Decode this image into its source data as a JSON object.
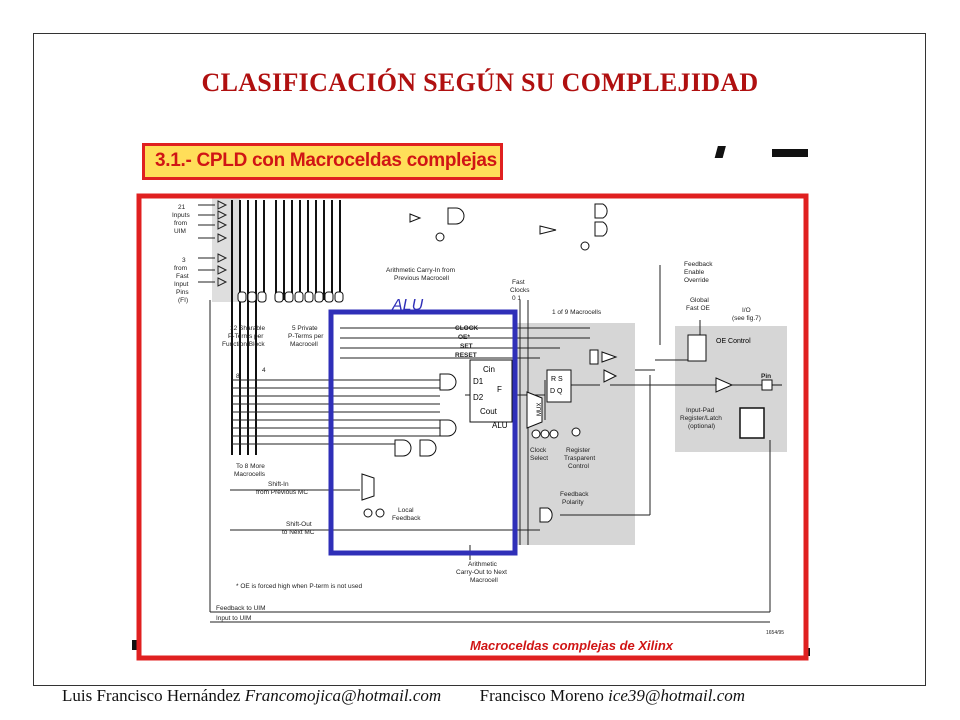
{
  "slide": {
    "title": "CLASIFICACIÓN SEGÚN SU COMPLEJIDAD"
  },
  "banner": {
    "label": "3.1.- CPLD con Macroceldas complejas"
  },
  "diagram": {
    "caption": "Macroceldas complejas de Xilinx",
    "alu_label": "ALU",
    "code": "1654/95",
    "labels": {
      "inputs_uim": [
        "21",
        "Inputs",
        "from",
        "UIM"
      ],
      "fast_inputs": [
        "3",
        "from",
        "Fast",
        "Input",
        "Pins",
        "(FI)"
      ],
      "sharable": [
        "12 Sharable",
        "P-Terms per",
        "Function Block"
      ],
      "private": [
        "5 Private",
        "P-Terms per",
        "Macrocell"
      ],
      "n8": "8",
      "n4": "4",
      "more_macrocells": [
        "To 8 More",
        "Macrocells"
      ],
      "shift_in": [
        "Shift-In",
        "from Previous MC"
      ],
      "shift_out": [
        "Shift-Out",
        "to Next MC"
      ],
      "carry_in": [
        "Arithmetic Carry-In from",
        "Previous Macrocell"
      ],
      "fast_clocks": [
        "Fast",
        "Clocks",
        "0  1"
      ],
      "one_of_9": "1 of 9 Macrocells",
      "clock_oe_set_reset": [
        "CLOCK",
        "OE*",
        "SET",
        "RESET"
      ],
      "alu_block": [
        "Cin",
        "D1",
        "F",
        "D2",
        "Cout",
        "ALU"
      ],
      "ff": [
        "R  S",
        "D   Q"
      ],
      "mux": "MUX",
      "clock_select": [
        "Clock",
        "Select"
      ],
      "register_transparent": [
        "Register",
        "Trasparent",
        "Control"
      ],
      "local_feedback": [
        "Local",
        "Feedback"
      ],
      "feedback_polarity": [
        "Feedback",
        "Polarity"
      ],
      "feedback_enable": [
        "Feedback",
        "Enable",
        "Override"
      ],
      "global_fast_oe": [
        "Global",
        "Fast OE"
      ],
      "io": [
        "I/O",
        "(see fig.7)"
      ],
      "oe_control": "OE Control",
      "pin": "Pin",
      "input_pad": [
        "Input-Pad",
        "Register/Latch",
        "(optional)"
      ],
      "carry_out": [
        "Arithmetic",
        "Carry-Out to Next",
        "Macrocell"
      ],
      "oe_note": "* OE is forced high when P-term is not used",
      "feedback_uim": "Feedback to UIM",
      "input_uim": "Input to UIM"
    }
  },
  "footer": {
    "author1": "Luis Francisco Hernández",
    "email1": "Francomojica@hotmail.com",
    "author2": "Francisco Moreno",
    "email2": "ice39@hotmail.com"
  },
  "colors": {
    "title": "#b01010",
    "banner_bg": "#ffde59",
    "frame_red": "#e02020",
    "alu_blue": "#2f2fb8",
    "shade": "#d6d6d6"
  }
}
